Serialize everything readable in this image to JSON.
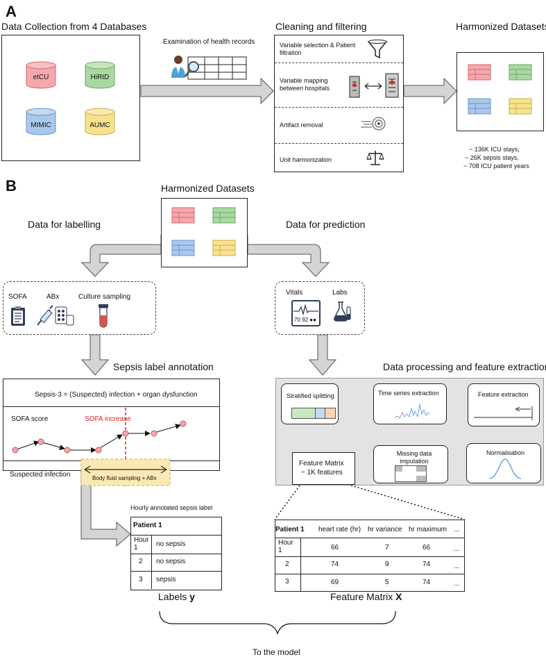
{
  "panel_a": {
    "label": "A",
    "collection_title": "Data Collection from 4 Databases",
    "databases": [
      "eICU",
      "HiRID",
      "MIMIC",
      "AUMC"
    ],
    "db_colors": [
      "#f4a8ad",
      "#a9d8a2",
      "#a8c8ec",
      "#f8e28f"
    ],
    "examination_label": "Examination of health records",
    "cleaning_title": "Cleaning and filtering",
    "cleaning_steps": [
      "Variable selection & Patient filtration",
      "Variable mapping between hospitals",
      "Artifact removal",
      "Unit harmonization"
    ],
    "harmonized_title": "Harmonized Datasets",
    "stats": [
      "~ 136K ICU stays,",
      "~ 26K sepsis stays,",
      "~ 708 ICU patient years"
    ]
  },
  "panel_b": {
    "label": "B",
    "harmonized_title": "Harmonized Datasets",
    "labelling_branch": "Data for labelling",
    "prediction_branch": "Data for prediction",
    "label_sources": [
      "SOFA",
      "ABx",
      "Culture sampling"
    ],
    "prediction_sources": [
      "Vitals",
      "Labs"
    ],
    "vitals_readout": "70 92 ●●",
    "annotation_title": "Sepsis label annotation",
    "sepsis_definition": "Sepsis-3 = (Suspected) infection + organ dysfunction",
    "sofa_score_label": "SOFA score",
    "sofa_increase_label": "SOFA increase",
    "sofa_increase_color": "#e0201b",
    "suspected_infection_label": "Suspected infection",
    "infection_window_label": "Body fluid sampling + ABx",
    "hourly_title": "Hourly annotated sepsis label",
    "label_table": {
      "patient": "Patient 1",
      "rows": [
        {
          "hour": "Hour 1",
          "label": "no sepsis"
        },
        {
          "hour": "2",
          "label": "no sepsis"
        },
        {
          "hour": "3",
          "label": "sepsis"
        }
      ]
    },
    "processing_title": "Data processing and feature extraction",
    "processing_steps": {
      "stratified": "Stratified splitting",
      "timeseries": "Time series extraction",
      "feature_extraction": "Feature extraction",
      "normalisation": "Normalisation",
      "imputation": "Missing data imputation",
      "feature_matrix": "Feature Matrix",
      "feature_count": "~ 1K features"
    },
    "feature_table": {
      "headers": [
        "Patient 1",
        "heart rate (hr)",
        "hr variance",
        "hr maximum",
        "..."
      ],
      "rows": [
        [
          "Hour 1",
          "66",
          "7",
          "66",
          "..."
        ],
        [
          "2",
          "74",
          "9",
          "74",
          "..."
        ],
        [
          "3",
          "69",
          "5",
          "74",
          "..."
        ]
      ]
    },
    "labels_caption": "Labels ",
    "labels_symbol": "y",
    "matrix_caption": "Feature Matrix ",
    "matrix_symbol": "X",
    "model_caption": "To the model"
  }
}
